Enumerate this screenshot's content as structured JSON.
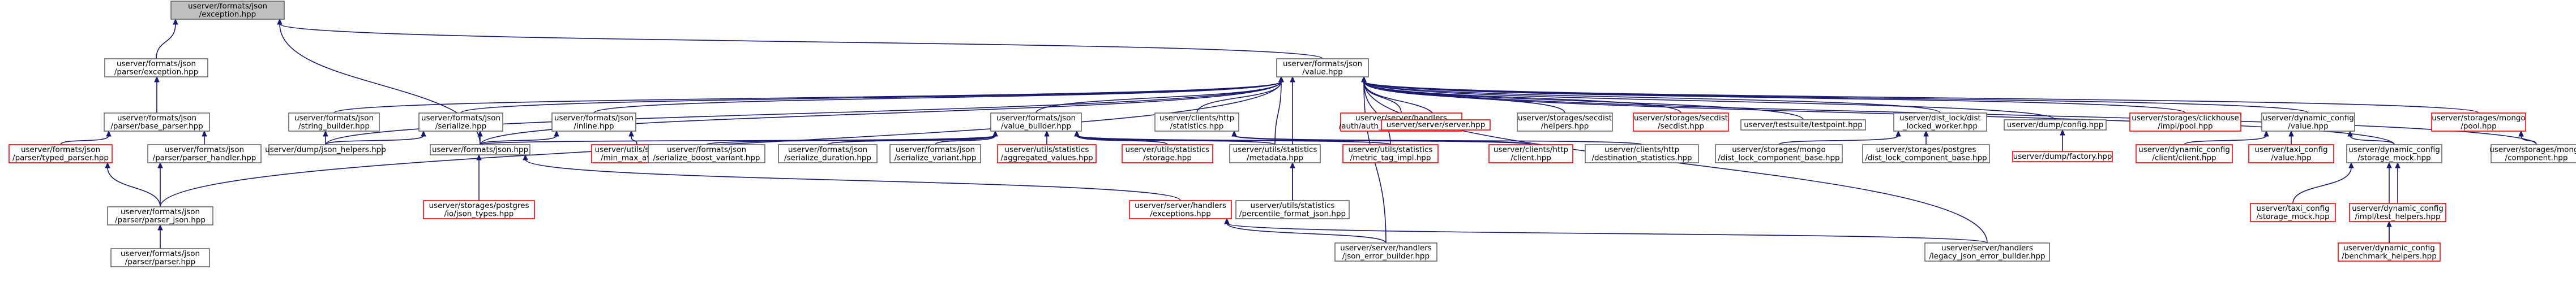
{
  "graph": {
    "colors": {
      "edge": "#191970",
      "node_border": "#666666",
      "node_border_missing": "#ff0000",
      "root_fill": "#bfbfbf"
    },
    "nodes": [
      {
        "id": "exception",
        "lines": [
          "userver/formats/json",
          "/exception.hpp"
        ],
        "root": true
      },
      {
        "id": "parser_exc",
        "lines": [
          "userver/formats/json",
          "/parser/exception.hpp"
        ]
      },
      {
        "id": "value",
        "lines": [
          "userver/formats/json",
          "/value.hpp"
        ]
      },
      {
        "id": "base_parser",
        "lines": [
          "userver/formats/json",
          "/parser/base_parser.hpp"
        ]
      },
      {
        "id": "typed_parser",
        "lines": [
          "userver/formats/json",
          "/parser/typed_parser.hpp"
        ],
        "missing": true
      },
      {
        "id": "parser_handler",
        "lines": [
          "userver/formats/json",
          "/parser/parser_handler.hpp"
        ]
      },
      {
        "id": "parser_json",
        "lines": [
          "userver/formats/json",
          "/parser/parser_json.hpp"
        ]
      },
      {
        "id": "parser_hpp",
        "lines": [
          "userver/formats/json",
          "/parser/parser.hpp"
        ]
      },
      {
        "id": "string_builder",
        "lines": [
          "userver/formats/json",
          "/string_builder.hpp"
        ]
      },
      {
        "id": "serialize",
        "lines": [
          "userver/formats/json",
          "/serialize.hpp"
        ]
      },
      {
        "id": "inline",
        "lines": [
          "userver/formats/json",
          "/inline.hpp"
        ]
      },
      {
        "id": "value_builder",
        "lines": [
          "userver/formats/json",
          "/value_builder.hpp"
        ]
      },
      {
        "id": "http_statistics",
        "lines": [
          "userver/clients/http",
          "/statistics.hpp"
        ]
      },
      {
        "id": "auth_checker",
        "lines": [
          "userver/server/handlers",
          "/auth/auth_checker_settings.hpp"
        ],
        "missing": true
      },
      {
        "id": "server_hpp",
        "lines": [
          "userver/server/server.hpp"
        ],
        "missing": true
      },
      {
        "id": "secdist_helpers",
        "lines": [
          "userver/storages/secdist",
          "/helpers.hpp"
        ]
      },
      {
        "id": "secdist_hpp",
        "lines": [
          "userver/storages/secdist",
          "/secdist.hpp"
        ],
        "missing": true
      },
      {
        "id": "testpoint",
        "lines": [
          "userver/testsuite/testpoint.hpp"
        ]
      },
      {
        "id": "dist_lock",
        "lines": [
          "userver/dist_lock/dist",
          "_locked_worker.hpp"
        ]
      },
      {
        "id": "dump_config",
        "lines": [
          "userver/dump/config.hpp"
        ]
      },
      {
        "id": "clickhouse_pool",
        "lines": [
          "userver/storages/clickhouse",
          "/impl/pool.hpp"
        ],
        "missing": true
      },
      {
        "id": "dyn_value",
        "lines": [
          "userver/dynamic_config",
          "/value.hpp"
        ]
      },
      {
        "id": "mongo_pool",
        "lines": [
          "userver/storages/mongo",
          "/pool.hpp"
        ],
        "missing": true
      },
      {
        "id": "dump_json_helpers",
        "lines": [
          "userver/dump/json_helpers.hpp"
        ]
      },
      {
        "id": "json_hpp",
        "lines": [
          "userver/formats/json.hpp"
        ]
      },
      {
        "id": "min_max_avg",
        "lines": [
          "userver/utils/statistics",
          "/min_max_avg.hpp"
        ],
        "missing": true
      },
      {
        "id": "boost_variant",
        "lines": [
          "userver/formats/json",
          "/serialize_boost_variant.hpp"
        ]
      },
      {
        "id": "ser_duration",
        "lines": [
          "userver/formats/json",
          "/serialize_duration.hpp"
        ]
      },
      {
        "id": "ser_variant",
        "lines": [
          "userver/formats/json",
          "/serialize_variant.hpp"
        ]
      },
      {
        "id": "agg_values",
        "lines": [
          "userver/utils/statistics",
          "/aggregated_values.hpp"
        ],
        "missing": true
      },
      {
        "id": "stat_storage",
        "lines": [
          "userver/utils/statistics",
          "/storage.hpp"
        ],
        "missing": true
      },
      {
        "id": "stat_metadata",
        "lines": [
          "userver/utils/statistics",
          "/metadata.hpp"
        ]
      },
      {
        "id": "metric_tag",
        "lines": [
          "userver/utils/statistics",
          "/metric_tag_impl.hpp"
        ],
        "missing": true
      },
      {
        "id": "client_hpp",
        "lines": [
          "userver/clients/http",
          "/client.hpp"
        ],
        "missing": true
      },
      {
        "id": "dest_stats",
        "lines": [
          "userver/clients/http",
          "/destination_statistics.hpp"
        ]
      },
      {
        "id": "mongo_base",
        "lines": [
          "userver/storages/mongo",
          "/dist_lock_component_base.hpp"
        ]
      },
      {
        "id": "pg_base",
        "lines": [
          "userver/storages/postgres",
          "/dist_lock_component_base.hpp"
        ]
      },
      {
        "id": "dump_factory",
        "lines": [
          "userver/dump/factory.hpp"
        ],
        "missing": true
      },
      {
        "id": "dyn_client",
        "lines": [
          "userver/dynamic_config",
          "/client/client.hpp"
        ],
        "missing": true
      },
      {
        "id": "taxi_value",
        "lines": [
          "userver/taxi_config",
          "/value.hpp"
        ],
        "missing": true
      },
      {
        "id": "dyn_storage_mock",
        "lines": [
          "userver/dynamic_config",
          "/storage_mock.hpp"
        ]
      },
      {
        "id": "mongo_component",
        "lines": [
          "userver/storages/mongo",
          "/component.hpp"
        ]
      },
      {
        "id": "pg_io_json",
        "lines": [
          "userver/storages/postgres",
          "/io/json_types.hpp"
        ],
        "missing": true
      },
      {
        "id": "handlers_exc",
        "lines": [
          "userver/server/handlers",
          "/exceptions.hpp"
        ],
        "missing": true
      },
      {
        "id": "percentile_format",
        "lines": [
          "userver/utils/statistics",
          "/percentile_format_json.hpp"
        ]
      },
      {
        "id": "taxi_storage_mock",
        "lines": [
          "userver/taxi_config",
          "/storage_mock.hpp"
        ],
        "missing": true
      },
      {
        "id": "dyn_test_helpers",
        "lines": [
          "userver/dynamic_config",
          "/impl/test_helpers.hpp"
        ],
        "missing": true
      },
      {
        "id": "json_error_builder",
        "lines": [
          "userver/server/handlers",
          "/json_error_builder.hpp"
        ]
      },
      {
        "id": "legacy_json_error",
        "lines": [
          "userver/server/handlers",
          "/legacy_json_error_builder.hpp"
        ]
      },
      {
        "id": "bench_helpers",
        "lines": [
          "userver/dynamic_config",
          "/benchmark_helpers.hpp"
        ],
        "missing": true
      }
    ],
    "edges": [
      [
        "exception",
        "parser_exc"
      ],
      [
        "exception",
        "value"
      ],
      [
        "exception",
        "json_hpp"
      ],
      [
        "parser_exc",
        "base_parser"
      ],
      [
        "base_parser",
        "typed_parser"
      ],
      [
        "base_parser",
        "parser_handler"
      ],
      [
        "typed_parser",
        "parser_json"
      ],
      [
        "parser_handler",
        "parser_json"
      ],
      [
        "parser_json",
        "parser_hpp"
      ],
      [
        "value",
        "parser_json"
      ],
      [
        "value",
        "string_builder"
      ],
      [
        "value",
        "serialize"
      ],
      [
        "value",
        "inline"
      ],
      [
        "value",
        "value_builder"
      ],
      [
        "value",
        "http_statistics"
      ],
      [
        "value",
        "auth_checker"
      ],
      [
        "value",
        "server_hpp"
      ],
      [
        "value",
        "secdist_helpers"
      ],
      [
        "value",
        "secdist_hpp"
      ],
      [
        "value",
        "testpoint"
      ],
      [
        "value",
        "dist_lock"
      ],
      [
        "value",
        "dump_config"
      ],
      [
        "value",
        "clickhouse_pool"
      ],
      [
        "value",
        "dyn_value"
      ],
      [
        "value",
        "mongo_pool"
      ],
      [
        "value",
        "dump_json_helpers"
      ],
      [
        "value",
        "json_hpp"
      ],
      [
        "value",
        "stat_metadata"
      ],
      [
        "value",
        "metric_tag"
      ],
      [
        "value",
        "percentile_format"
      ],
      [
        "value",
        "json_error_builder"
      ],
      [
        "value",
        "legacy_json_error"
      ],
      [
        "value",
        "dyn_storage_mock"
      ],
      [
        "value",
        "mongo_component"
      ],
      [
        "string_builder",
        "dump_json_helpers"
      ],
      [
        "serialize",
        "dump_json_helpers"
      ],
      [
        "serialize",
        "json_hpp"
      ],
      [
        "inline",
        "json_hpp"
      ],
      [
        "inline",
        "min_max_avg"
      ],
      [
        "value_builder",
        "json_hpp"
      ],
      [
        "value_builder",
        "boost_variant"
      ],
      [
        "value_builder",
        "ser_duration"
      ],
      [
        "value_builder",
        "ser_variant"
      ],
      [
        "value_builder",
        "agg_values"
      ],
      [
        "value_builder",
        "stat_storage"
      ],
      [
        "value_builder",
        "stat_metadata"
      ],
      [
        "value_builder",
        "metric_tag"
      ],
      [
        "value_builder",
        "client_hpp"
      ],
      [
        "http_statistics",
        "client_hpp"
      ],
      [
        "http_statistics",
        "dest_stats"
      ],
      [
        "dist_lock",
        "mongo_base"
      ],
      [
        "dist_lock",
        "pg_base"
      ],
      [
        "dump_config",
        "dump_factory"
      ],
      [
        "dyn_value",
        "dyn_client"
      ],
      [
        "dyn_value",
        "taxi_value"
      ],
      [
        "dyn_value",
        "dyn_storage_mock"
      ],
      [
        "mongo_pool",
        "mongo_component"
      ],
      [
        "json_hpp",
        "pg_io_json"
      ],
      [
        "json_hpp",
        "handlers_exc"
      ],
      [
        "stat_metadata",
        "percentile_format"
      ],
      [
        "handlers_exc",
        "json_error_builder"
      ],
      [
        "handlers_exc",
        "legacy_json_error"
      ],
      [
        "dyn_storage_mock",
        "taxi_storage_mock"
      ],
      [
        "dyn_storage_mock",
        "dyn_test_helpers"
      ],
      [
        "dyn_storage_mock",
        "bench_helpers"
      ],
      [
        "dyn_test_helpers",
        "bench_helpers"
      ]
    ]
  }
}
